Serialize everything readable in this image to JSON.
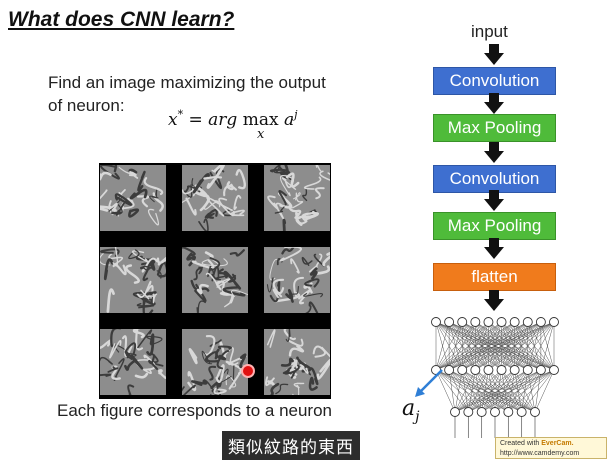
{
  "slide": {
    "title": "What does CNN learn?",
    "prompt_line1": "Find an image maximizing the output",
    "prompt_line2": "of neuron:",
    "formula_lhs": "x",
    "formula_star": "*",
    "formula_mid": " = arg ",
    "formula_max": "max",
    "formula_max_sub": "x",
    "formula_a": " a",
    "formula_a_sup": "j",
    "caption": "Each figure corresponds to a neuron",
    "subtitle": "類似紋路的東西"
  },
  "diagram": {
    "input_label": "input",
    "layers": [
      {
        "label": "Convolution",
        "kind": "conv",
        "color": "#3e6fd0"
      },
      {
        "label": "Max Pooling",
        "kind": "pool",
        "color": "#4fbb3a"
      },
      {
        "label": "Convolution",
        "kind": "conv",
        "color": "#3e6fd0"
      },
      {
        "label": "Max Pooling",
        "kind": "pool",
        "color": "#4fbb3a"
      },
      {
        "label": "flatten",
        "kind": "flatten",
        "color": "#f07b1c"
      }
    ],
    "output_label": "a",
    "output_sub": "j"
  },
  "watermark": {
    "line1_prefix": "Created with ",
    "line1_brand": "EverCam.",
    "line2": "http://www.camdemy.com"
  }
}
